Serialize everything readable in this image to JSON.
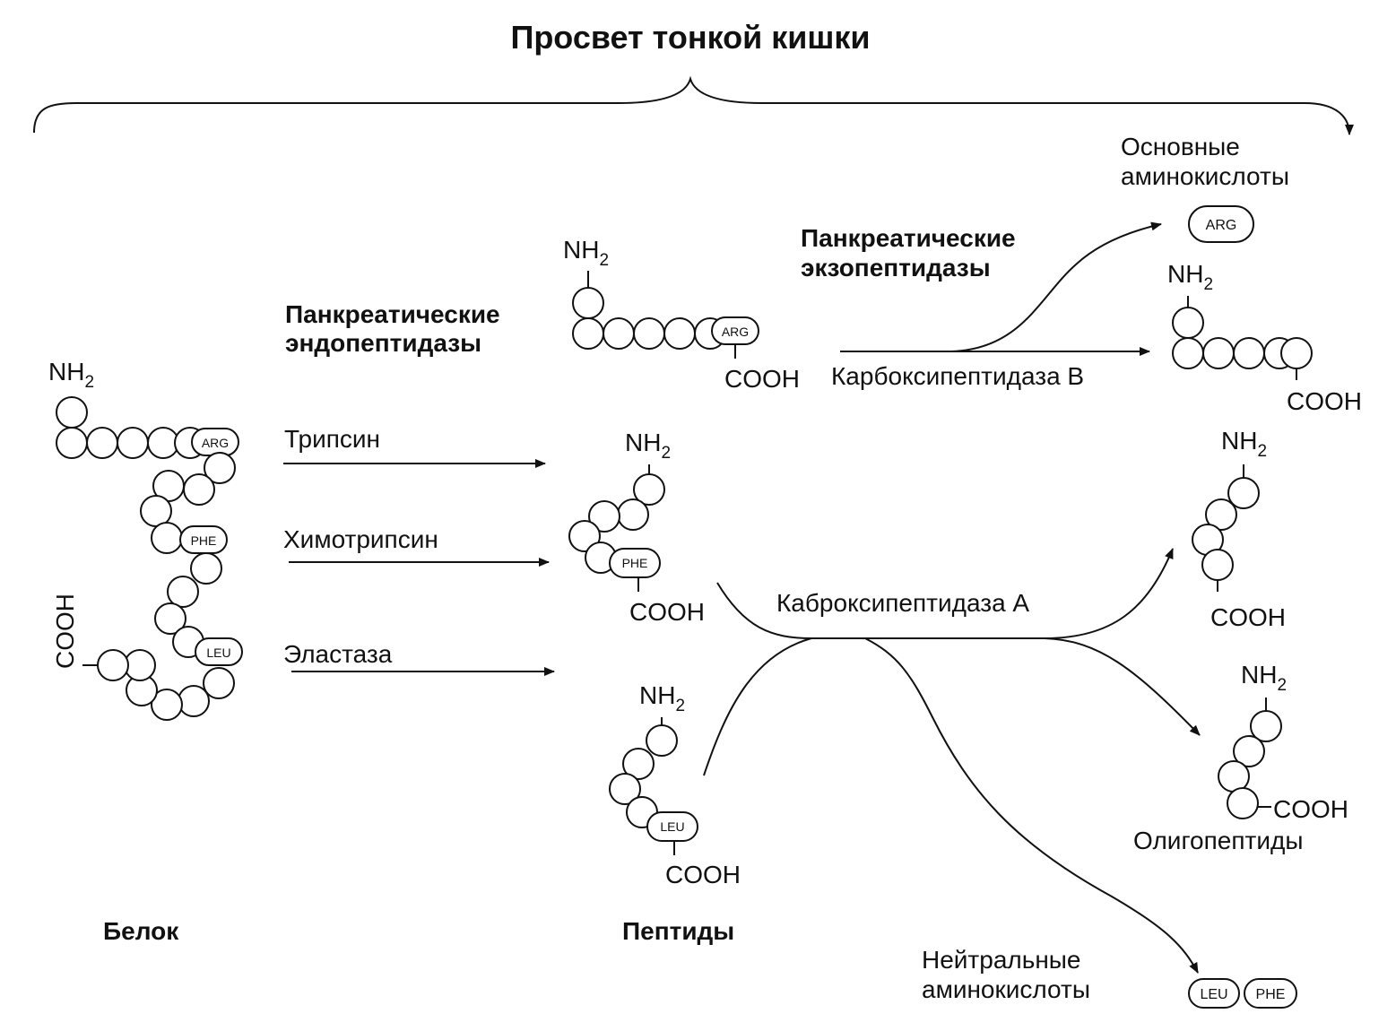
{
  "title": "Просвет тонкой кишки",
  "labels": {
    "endo": [
      "Панкреатические",
      "эндопептидазы"
    ],
    "exo": [
      "Панкреатические",
      "экзопептидазы"
    ],
    "basic_aa": [
      "Основные",
      "аминокислоты"
    ],
    "neutral_aa": [
      "Нейтральные",
      "аминокислоты"
    ],
    "protein": "Белок",
    "peptides": "Пептиды",
    "oligopeptides": "Олигопептиды"
  },
  "enzymes": {
    "trypsin": "Трипсин",
    "chymotrypsin": "Химотрипсин",
    "elastase": "Эластаза",
    "carboxypeptidase_b": "Карбоксипептидаза В",
    "carboxypeptidase_a": "Каброксипептидаза А"
  },
  "groups": {
    "nh2_main": "NH",
    "nh2_sub": "2",
    "cooh": "COOH"
  },
  "residues": {
    "arg": "ARG",
    "phe": "PHE",
    "leu": "LEU"
  }
}
